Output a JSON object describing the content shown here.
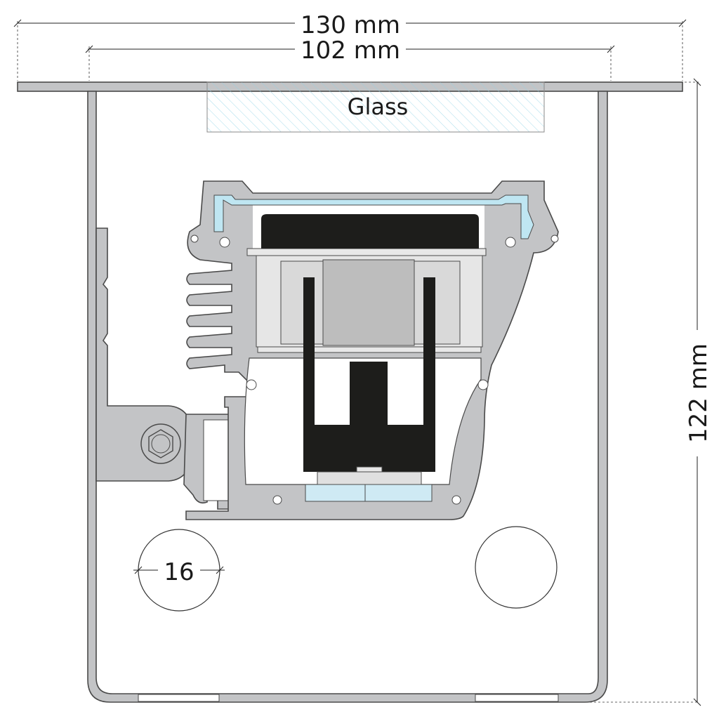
{
  "dimensions": {
    "overall_width": "130 mm",
    "inner_width": "102 mm",
    "height": "122 mm",
    "hole_diameter": "16"
  },
  "labels": {
    "glass": "Glass"
  },
  "colors": {
    "aluminium": "#c3c4c6",
    "outline": "#4a4a4a",
    "dark_part": "#1d1d1b",
    "glass_hatch": "#8fd3e8",
    "seal": "#bfe6f2"
  }
}
